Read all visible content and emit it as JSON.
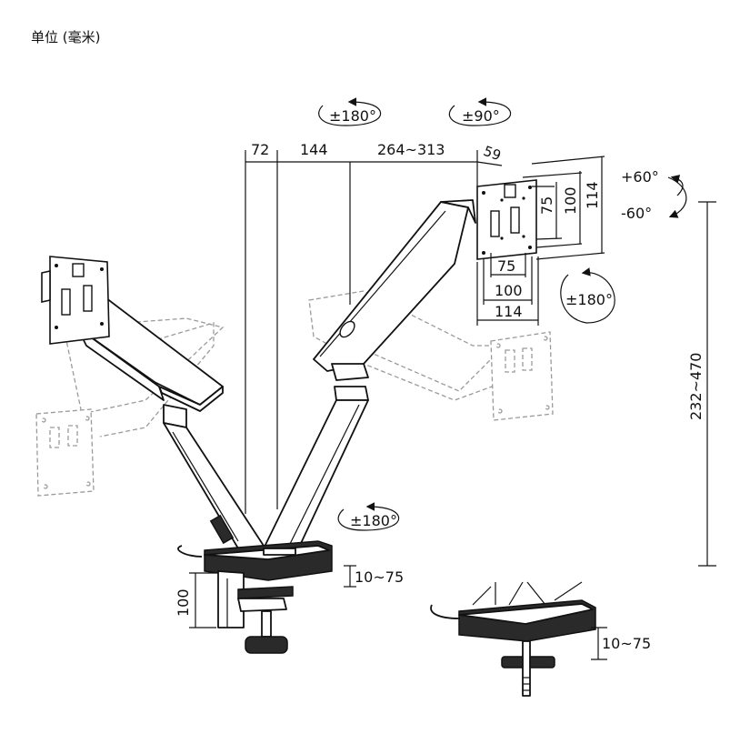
{
  "unit_title": "单位 (毫米)",
  "rotation_labels": {
    "top_left": "±180°",
    "top_right": "±90°",
    "right_plate": "±180°",
    "base": "±180°"
  },
  "tilt_labels": {
    "up": "+60°",
    "down": "-60°"
  },
  "top_dimensions": {
    "d1": "72",
    "d2": "144",
    "d3": "264~313",
    "d4": "59"
  },
  "vesa_vertical": {
    "v75": "75",
    "v100": "100",
    "v114": "114"
  },
  "vesa_horizontal": {
    "h75": "75",
    "h100": "100",
    "h114": "114"
  },
  "height_range": "232~470",
  "clamp_height": "100",
  "desk_thickness_left": "10~75",
  "desk_thickness_right": "10~75"
}
